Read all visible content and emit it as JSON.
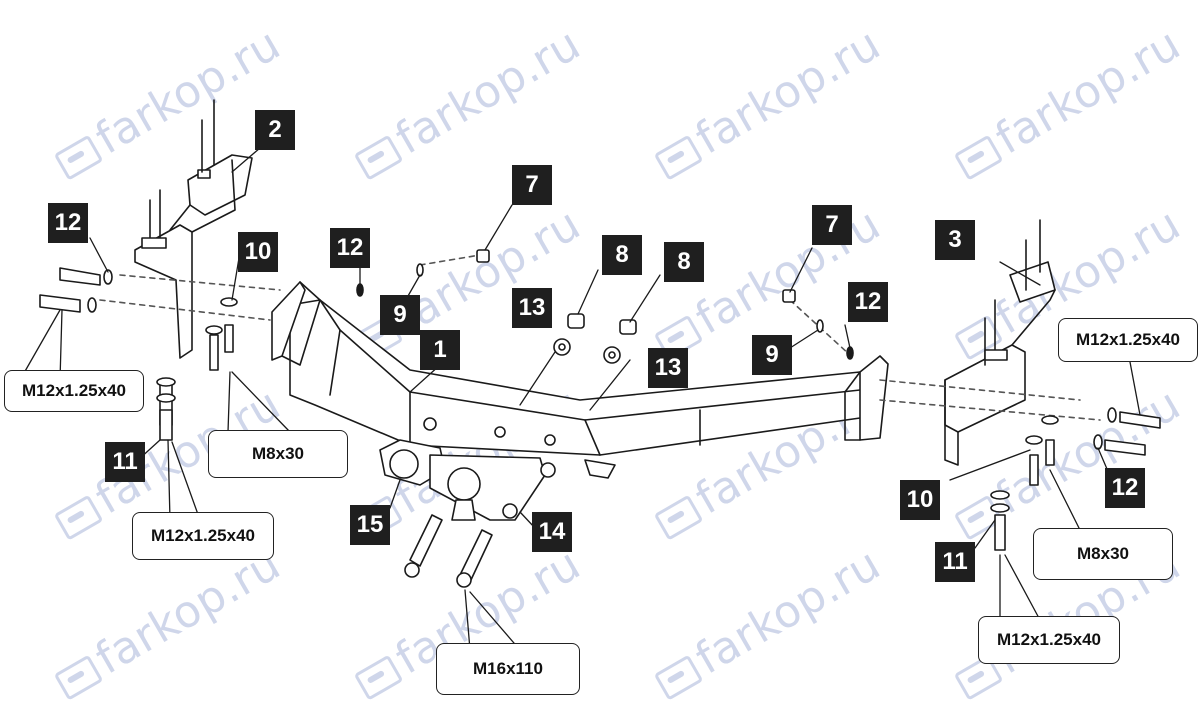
{
  "watermark": "farkop.ru",
  "callouts": {
    "c1": "1",
    "c2": "2",
    "c3": "3",
    "c7a": "7",
    "c7b": "7",
    "c8a": "8",
    "c8b": "8",
    "c9a": "9",
    "c9b": "9",
    "c10a": "10",
    "c10b": "10",
    "c11a": "11",
    "c11b": "11",
    "c12a": "12",
    "c12b": "12",
    "c12c": "12",
    "c12d": "12",
    "c13a": "13",
    "c13b": "13",
    "c14": "14",
    "c15": "15"
  },
  "specs": {
    "left_bolt_top": "M12x1.25x40",
    "left_bolt_bottom": "M12x1.25x40",
    "left_m8": "M8x30",
    "center_m16": "M16x110",
    "right_bolt_top": "M12x1.25x40",
    "right_bolt_bottom": "M12x1.25x40",
    "right_m8": "M8x30"
  }
}
